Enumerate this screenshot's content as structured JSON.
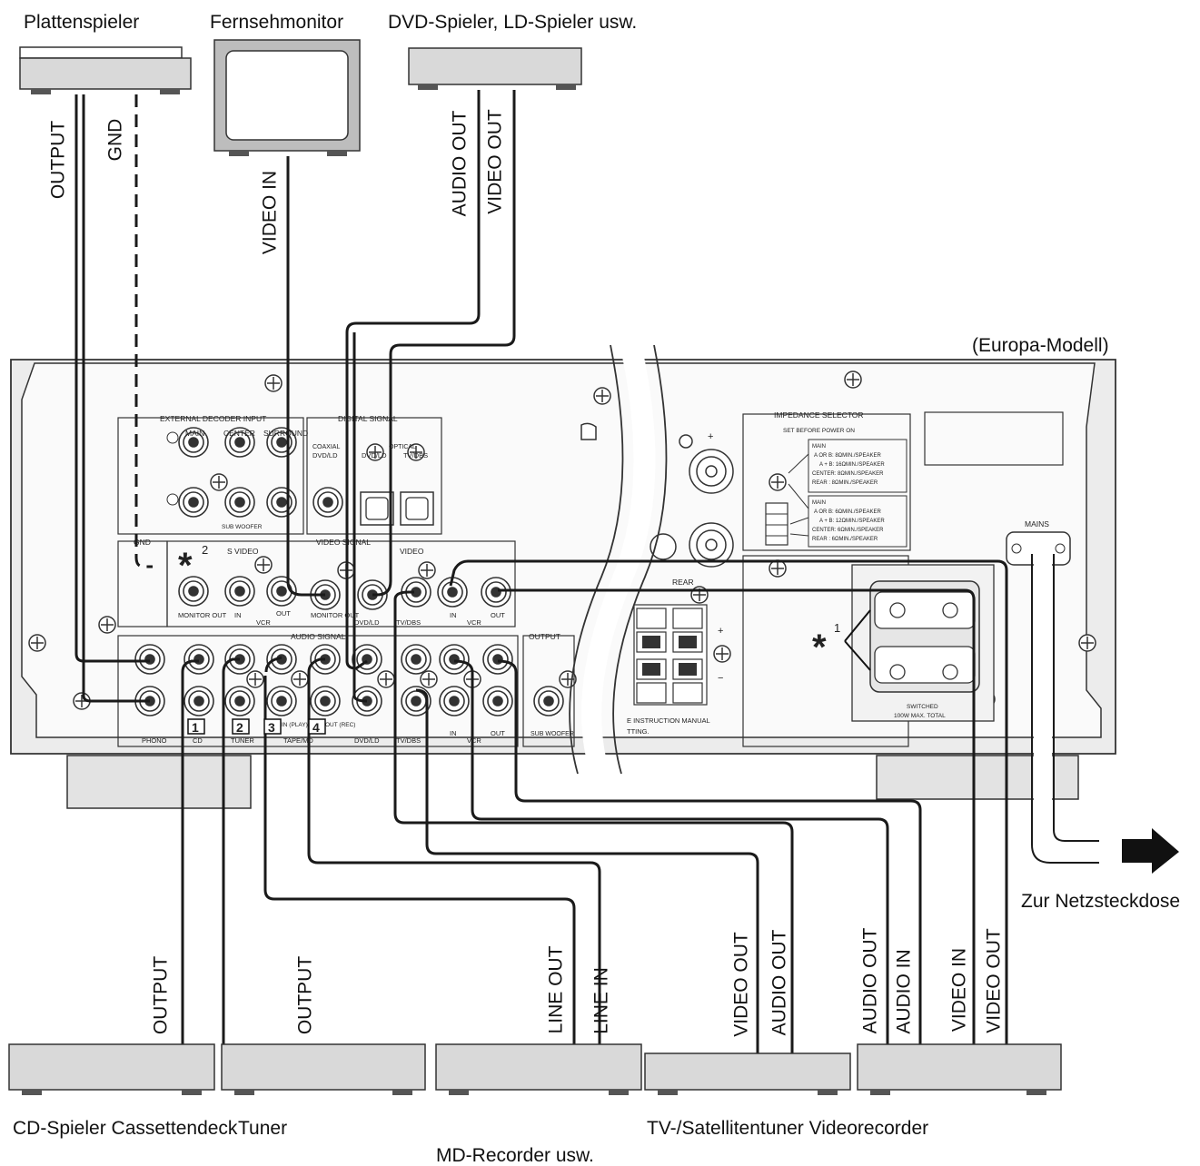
{
  "devices": {
    "turntable": "Plattenspieler",
    "tv_monitor": "Fernsehmonitor",
    "dvd_player": "DVD-Spieler, LD-Spieler usw.",
    "model_note": "(Europa-Modell)",
    "mains_outlet": "Zur Netzsteckdose",
    "cd_cassette": "CD-Spieler Cassettendeck",
    "tuner": "Tuner",
    "tv_sat_vcr": "TV-/Satellitentuner Videorecorder",
    "md_recorder": "MD-Recorder usw."
  },
  "cable_labels": {
    "turntable_output": "OUTPUT",
    "turntable_gnd": "GND",
    "tv_video_in": "VIDEO IN",
    "dvd_audio_out": "AUDIO OUT",
    "dvd_video_out": "VIDEO OUT",
    "cd_output": "OUTPUT",
    "cassette_output": "OUTPUT",
    "md_line_out": "LINE OUT",
    "md_line_in": "LINE IN",
    "tuner_video_out": "VIDEO OUT",
    "tuner_audio_out": "AUDIO OUT",
    "vcr_audio_out": "AUDIO OUT",
    "vcr_audio_in": "AUDIO IN",
    "vcr_video_in": "VIDEO IN",
    "vcr_video_out": "VIDEO OUT"
  },
  "panel": {
    "external_decoder_input": "EXTERNAL DECODER INPUT",
    "main": "MAIN",
    "center": "CENTER",
    "surround": "SURROUND",
    "subwoofer_small": "SUB WOOFER",
    "digital_signal": "DIGITAL SIGNAL",
    "coaxial": "COAXIAL",
    "optical": "OPTICAL",
    "dvd_ld": "DVD/LD",
    "tv_dbs": "TV/DBS",
    "gnd": "GND",
    "s_video": "S VIDEO",
    "video_signal": "VIDEO SIGNAL",
    "video": "VIDEO",
    "monitor_out": "MONITOR OUT",
    "in": "IN",
    "out": "OUT",
    "vcr": "VCR",
    "audio_signal": "AUDIO SIGNAL",
    "output": "OUTPUT",
    "phono": "PHONO",
    "cd": "CD",
    "tuner": "TUNER",
    "tape_md": "TAPE/MD",
    "in_play": "IN (PLAY)",
    "out_rec": "OUT (REC)",
    "sub_woofer": "SUB WOOFER",
    "num_1": "1",
    "num_2": "2",
    "num_3": "3",
    "num_4": "4",
    "rear": "REAR",
    "impedance_selector": "IMPEDANCE SELECTOR",
    "set_before_power_on": "SET BEFORE POWER ON",
    "mains": "MAINS",
    "switched": "SWITCHED",
    "switched_rating": "100W MAX. TOTAL",
    "instruction_manual": "E INSTRUCTION MANUAL",
    "tting": "TTING.",
    "plus": "+",
    "minus": "−",
    "imp1": [
      "MAIN",
      "A OR B: 8ΩMIN./SPEAKER",
      "A + B: 16ΩMIN./SPEAKER",
      "CENTER: 8ΩMIN./SPEAKER",
      "REAR  : 8ΩMIN./SPEAKER"
    ],
    "imp2": [
      "MAIN",
      "A OR B: 6ΩMIN./SPEAKER",
      "A + B: 12ΩMIN./SPEAKER",
      "CENTER: 6ΩMIN./SPEAKER",
      "REAR  : 6ΩMIN./SPEAKER"
    ]
  },
  "annotations": {
    "asterisk_1": "*",
    "sup_1": "1",
    "asterisk_2": "*",
    "sup_2": "2"
  }
}
